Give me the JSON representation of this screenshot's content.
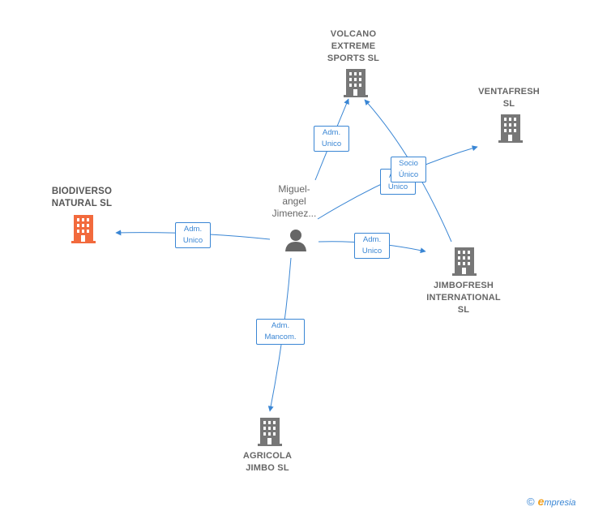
{
  "colors": {
    "edge": "#3a86d4",
    "building_default": "#777777",
    "building_main": "#f26a3d",
    "person": "#666666"
  },
  "person": {
    "name": "Miguel-\nangel\nJimenez..."
  },
  "nodes": {
    "volcano": {
      "label": "VOLCANO\nEXTREME\nSPORTS  SL"
    },
    "ventafresh": {
      "label": "VENTAFRESH\nSL"
    },
    "biodiverso": {
      "label": "BIODIVERSO\nNATURAL  SL"
    },
    "jimbofresh": {
      "label": "JIMBOFRESH\nINTERNATIONAL\nSL"
    },
    "agricola": {
      "label": "AGRICOLA\nJIMBO  SL"
    }
  },
  "edges": {
    "to_volcano": "Adm.\nUnico",
    "to_ventafresh": "Adm.\nUnico",
    "socio_unico": "Socio\nÚnico",
    "to_biodiverso": "Adm.\nUnico",
    "to_jimbofresh": "Adm.\nUnico",
    "to_agricola": "Adm.\nMancom."
  },
  "brand": {
    "copyright": "©",
    "e": "e",
    "rest": "mpresia"
  }
}
